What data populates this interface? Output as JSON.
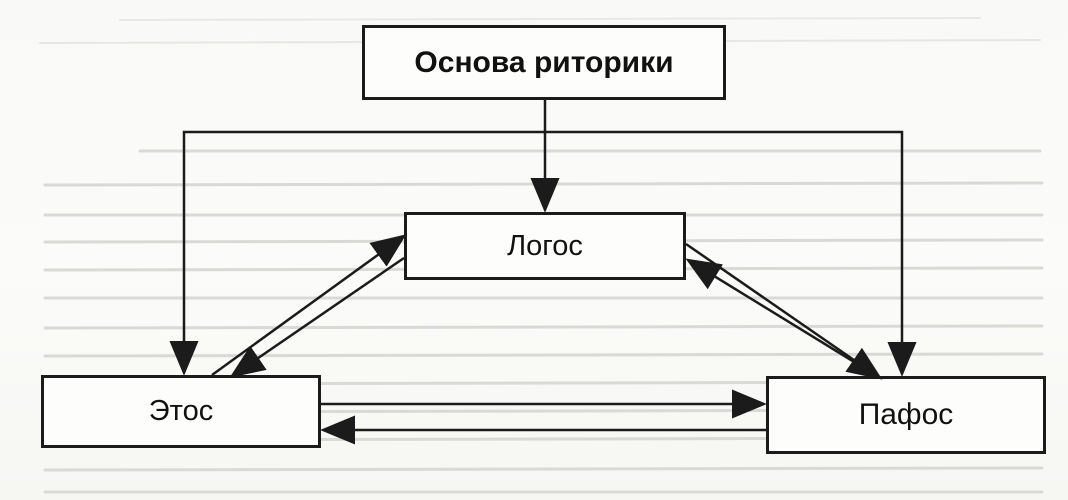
{
  "diagram": {
    "root": {
      "label": "Основа риторики"
    },
    "nodes": {
      "logos": {
        "label": "Логос"
      },
      "ethos": {
        "label": "Этос"
      },
      "pathos": {
        "label": "Пафос"
      }
    },
    "colors": {
      "line": "#1b1b1b",
      "box_fill": "#fdfdfb",
      "text": "#111111",
      "paper": "#fafaf8",
      "bleed_text": "#cfcfcf"
    }
  }
}
